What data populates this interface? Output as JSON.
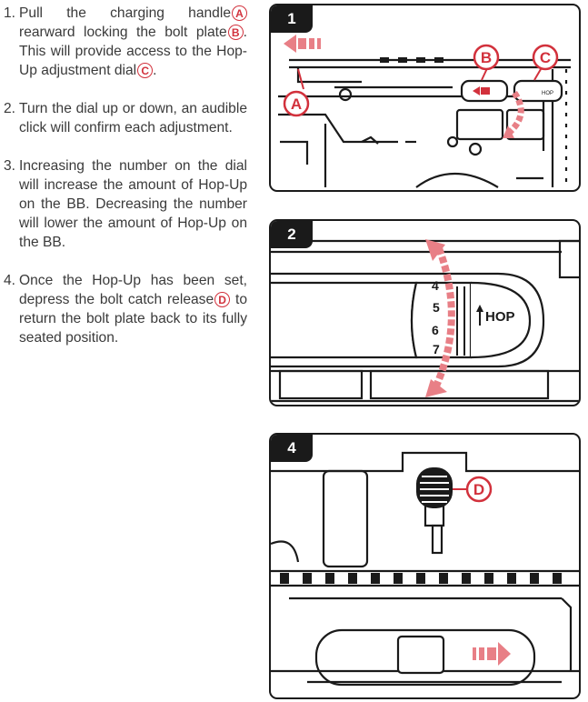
{
  "instructions": [
    {
      "number": "1.",
      "parts": [
        {
          "text": "Pull the charging handle"
        },
        {
          "badge": "A"
        },
        {
          "text": " rearward locking the bolt plate"
        },
        {
          "badge": "B"
        },
        {
          "text": ". This will provide access to the Hop-Up adjustment dial"
        },
        {
          "badge": "C"
        },
        {
          "text": "."
        }
      ]
    },
    {
      "number": "2.",
      "parts": [
        {
          "text": "Turn the dial up or down, an audible click will confirm each adjustment."
        }
      ]
    },
    {
      "number": "3.",
      "parts": [
        {
          "text": "Increasing the number on the dial will increase the amount of Hop-Up on the BB. Decreasing the number will lower the amount of Hop-Up on the BB."
        }
      ]
    },
    {
      "number": "4.",
      "parts": [
        {
          "text": "Once the Hop-Up has been set, depress the bolt catch release"
        },
        {
          "badge": "D"
        },
        {
          "text": " to return the bolt plate back to its fully seated position."
        }
      ]
    }
  ],
  "figures": {
    "fig1": {
      "tag": "1",
      "callouts": [
        "A",
        "B",
        "C"
      ],
      "dial_label": "HOP"
    },
    "fig2": {
      "tag": "2",
      "dial_numbers": [
        "4",
        "5",
        "6",
        "7"
      ],
      "hop_label": "HOP"
    },
    "fig4": {
      "tag": "4",
      "callouts": [
        "D"
      ]
    }
  },
  "colors": {
    "accent": "#d2313c",
    "ink": "#1a1a1a",
    "text": "#3a3a3a",
    "arrow_fill": "#e87f86"
  }
}
